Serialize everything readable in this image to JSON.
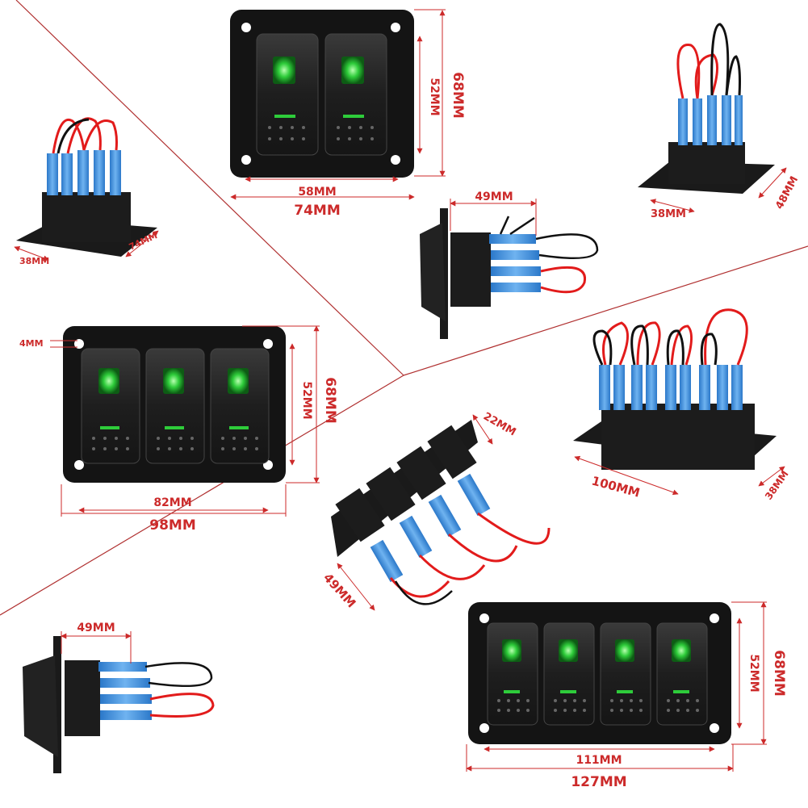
{
  "panel_2gang": {
    "hole_width": "58MM",
    "plate_width": "74MM",
    "switch_height": "52MM",
    "plate_height": "68MM"
  },
  "panel_2gang_iso": {
    "depth": "38MM",
    "width": "74MM"
  },
  "panel_2gang_back": {
    "depth": "38MM",
    "height": "48MM"
  },
  "side_small": {
    "depth": "49MM"
  },
  "panel_3gang": {
    "mount_offset": "4MM",
    "switch_height": "52MM",
    "plate_height": "68MM",
    "hole_width": "82MM",
    "plate_width": "98MM"
  },
  "panel_4gang_back": {
    "width": "100MM",
    "depth": "38MM"
  },
  "panel_4gang_angled": {
    "switch_depth": "22MM",
    "depth": "49MM"
  },
  "side_large": {
    "depth": "49MM"
  },
  "panel_4gang": {
    "switch_height": "52MM",
    "plate_height": "68MM",
    "hole_width": "111MM",
    "plate_width": "127MM"
  },
  "colors": {
    "dimension": "#cc2a2a",
    "plate": "#141414",
    "switch_face": "#232323",
    "led": "#2ecc3a",
    "boot": "#3f8fe0",
    "wire_red": "#e21b1b",
    "wire_black": "#111111"
  }
}
